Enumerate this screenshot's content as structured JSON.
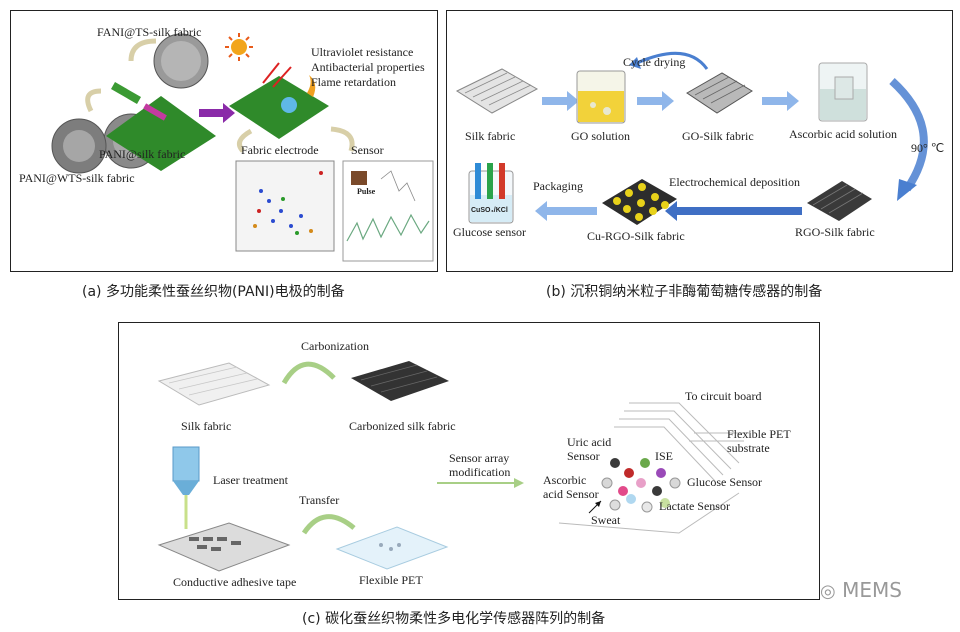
{
  "panel_a": {
    "label_pani_ts": "FANI@TS-silk fabric",
    "label_pani_silk": "PANI@silk fabric",
    "label_pani_wts": "PANI@WTS-silk fabric",
    "prop1": "Ultraviolet resistance",
    "prop2": "Antibacterial properties",
    "prop3": "Flame retardation",
    "fabric_electrode": "Fabric electrode",
    "sensor": "Sensor",
    "pulse": "Pulse"
  },
  "panel_b": {
    "cycle_drying": "Cycle drying",
    "silk_fabric": "Silk fabric",
    "go_solution": "GO solution",
    "go_silk": "GO-Silk fabric",
    "ascorbic": "Ascorbic acid solution",
    "temp": "90° ℃",
    "packaging": "Packaging",
    "electrochem": "Electrochemical deposition",
    "glucose_sensor": "Glucose sensor",
    "cu_rgo": "Cu-RGO-Silk fabric",
    "rgo_silk": "RGO-Silk fabric",
    "beaker_label": "CuSO₄/KCl"
  },
  "panel_c": {
    "carbonization": "Carbonization",
    "silk_fabric": "Silk fabric",
    "carbonized": "Carbonized silk fabric",
    "laser": "Laser treatment",
    "transfer": "Transfer",
    "sensor_array": "Sensor array",
    "modification": "modification",
    "conductive_tape": "Conductive adhesive tape",
    "flexible_pet": "Flexible PET",
    "to_circuit": "To circuit board",
    "flex_pet_sub1": "Flexible PET",
    "flex_pet_sub2": "substrate",
    "uric1": "Uric acid",
    "uric2": "Sensor",
    "ise": "ISE",
    "asc1": "Ascorbic",
    "asc2": "acid Sensor",
    "glucose": "Glucose Sensor",
    "lactate": "Lactate Sensor",
    "sweat": "Sweat"
  },
  "captions": {
    "a": "(a) 多功能柔性蚕丝织物(PANI)电极的制备",
    "b": "(b) 沉积铜纳米粒子非酶葡萄糖传感器的制备",
    "c": "(c) 碳化蚕丝织物柔性多电化学传感器阵列的制备"
  },
  "watermark": "MEMS",
  "colors": {
    "green_fabric": "#2f8a2a",
    "arrow_blue": "#4a7fd0",
    "arrow_purple": "#8a2aa8",
    "arrow_green": "#a8cf86"
  }
}
